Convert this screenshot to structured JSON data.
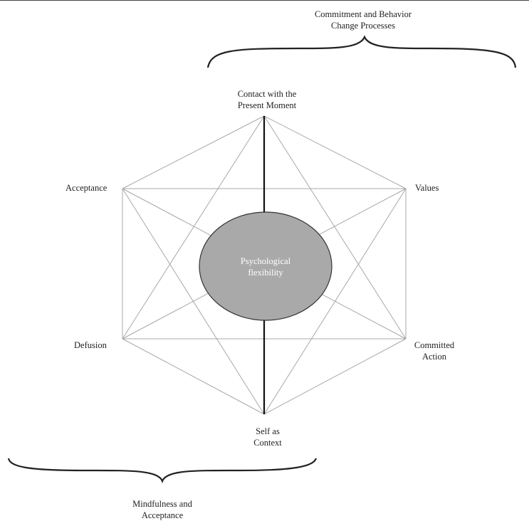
{
  "brackets": {
    "top_label_line1": "Commitment and Behavior",
    "top_label_line2": "Change Processes",
    "bottom_label_line1": "Mindfulness and",
    "bottom_label_line2": "Acceptance"
  },
  "nodes": {
    "top_line1": "Contact with the",
    "top_line2": "Present Moment",
    "upper_left": "Acceptance",
    "upper_right": "Values",
    "lower_left": "Defusion",
    "lower_right_line1": "Committed",
    "lower_right_line2": "Action",
    "bottom_line1": "Self as",
    "bottom_line2": "Context"
  },
  "center": {
    "line1": "Psychological",
    "line2": "flexibility"
  },
  "colors": {
    "thin_line": "#a8a8a8",
    "thick_line": "#111111",
    "ellipse_fill": "#a9a9a9",
    "ellipse_stroke": "#333333",
    "bracket": "#222222"
  }
}
